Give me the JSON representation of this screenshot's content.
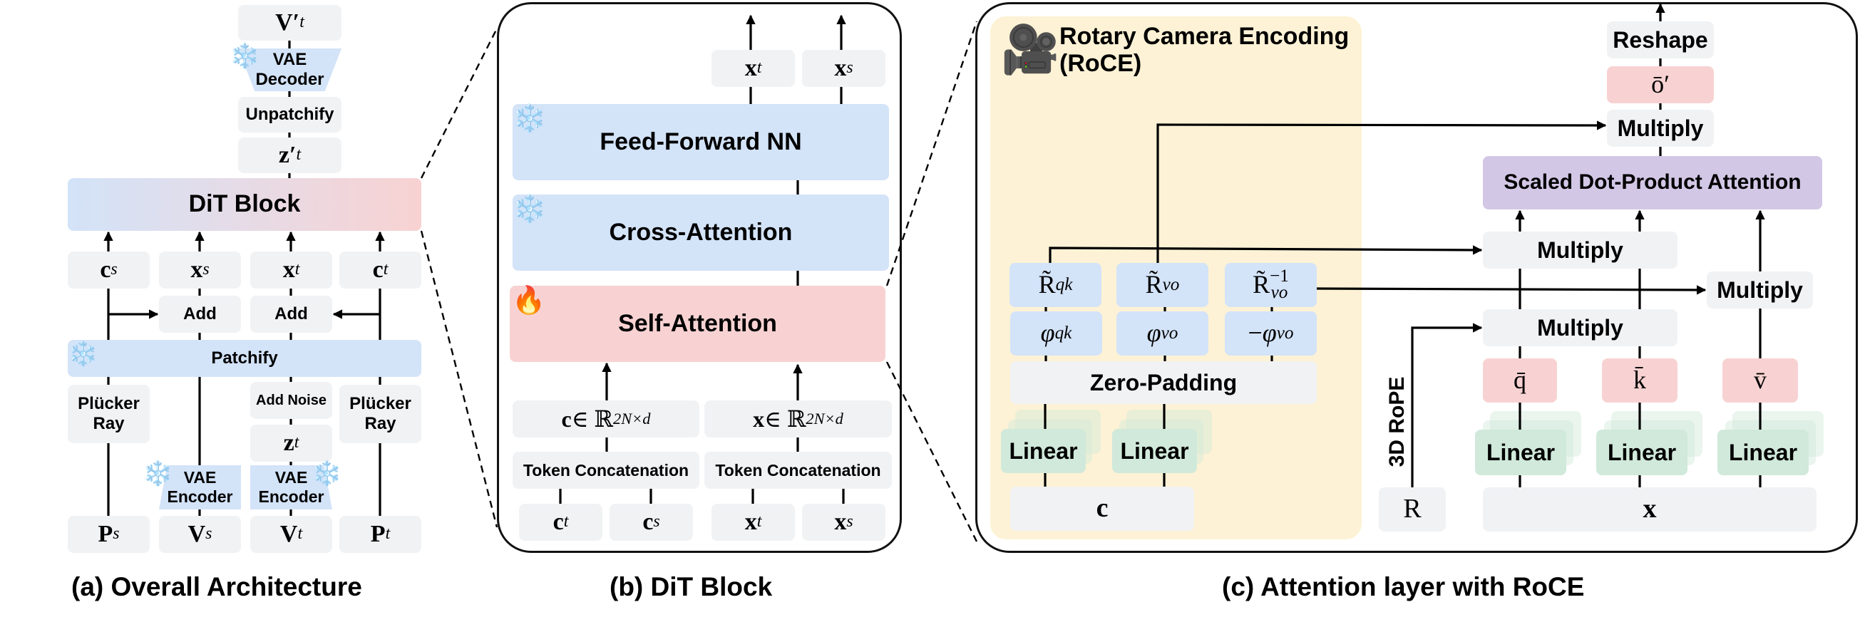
{
  "panel_a": {
    "caption": "(a) Overall Architecture",
    "output_v": "V′",
    "output_v_sub": "t",
    "vae_decoder": "VAE\nDecoder",
    "unpatchify": "Unpatchify",
    "z_prime": "z′",
    "z_prime_sub": "t",
    "dit_block": "DiT Block",
    "inputs_row": [
      {
        "sym": "c",
        "sub": "s"
      },
      {
        "sym": "x",
        "sub": "s"
      },
      {
        "sym": "x",
        "sub": "t"
      },
      {
        "sym": "c",
        "sub": "t"
      }
    ],
    "add_left": "Add",
    "add_right": "Add",
    "patchify": "Patchify",
    "plucker_left": "Plücker\nRay",
    "plucker_right": "Plücker\nRay",
    "add_noise": "Add Noise",
    "z_t": "z",
    "z_t_sub": "t",
    "vae_encoder_left": "VAE\nEncoder",
    "vae_encoder_right": "VAE\nEncoder",
    "bottom_row": [
      {
        "sym": "P",
        "sub": "s"
      },
      {
        "sym": "V",
        "sub": "s"
      },
      {
        "sym": "V",
        "sub": "t"
      },
      {
        "sym": "P",
        "sub": "t"
      }
    ]
  },
  "panel_b": {
    "caption": "(b) DiT Block",
    "outputs": [
      {
        "sym": "x",
        "sub": "t"
      },
      {
        "sym": "x",
        "sub": "s"
      }
    ],
    "feed_forward": "Feed-Forward NN",
    "cross_attention": "Cross-Attention",
    "self_attention": "Self-Attention",
    "c_space": {
      "sym": "c",
      "rel": " ∈ ℝ",
      "sup": "2N×d"
    },
    "x_space": {
      "sym": "x",
      "rel": " ∈ ℝ",
      "sup": "2N×d"
    },
    "token_concat_left": "Token Concatenation",
    "token_concat_right": "Token Concatenation",
    "inputs": [
      {
        "sym": "c",
        "sub": "t"
      },
      {
        "sym": "c",
        "sub": "s"
      },
      {
        "sym": "x",
        "sub": "t"
      },
      {
        "sym": "x",
        "sub": "s"
      }
    ]
  },
  "panel_c": {
    "caption": "(c) Attention layer with RoCE",
    "roce_title": "Rotary Camera Encoding\n(RoCE)",
    "r_boxes": [
      {
        "sym": "R̃",
        "sub": "qk",
        "sup": ""
      },
      {
        "sym": "R̃",
        "sub": "vo",
        "sup": ""
      },
      {
        "sym": "R̃",
        "sub": "vo",
        "sup": "−1"
      }
    ],
    "phi_boxes": [
      {
        "sym": "φ",
        "sub": "qk",
        "prefix": ""
      },
      {
        "sym": "φ",
        "sub": "vo",
        "prefix": ""
      },
      {
        "sym": "φ",
        "sub": "vo",
        "prefix": "−"
      }
    ],
    "zero_padding": "Zero-Padding",
    "linear_label": "Linear",
    "c_input": "c",
    "reshape": "Reshape",
    "o_prime": "ō′",
    "multiply_label": "Multiply",
    "sdpa": "Scaled Dot-Product Attention",
    "q_bar": "q̄",
    "k_bar": "k̄",
    "v_bar": "v̄",
    "rope_label": "3D RoPE",
    "r_input": "R",
    "x_input": "x"
  },
  "icons": {
    "frozen": "❄️",
    "trainable": "🔥",
    "camera": "🎥"
  }
}
